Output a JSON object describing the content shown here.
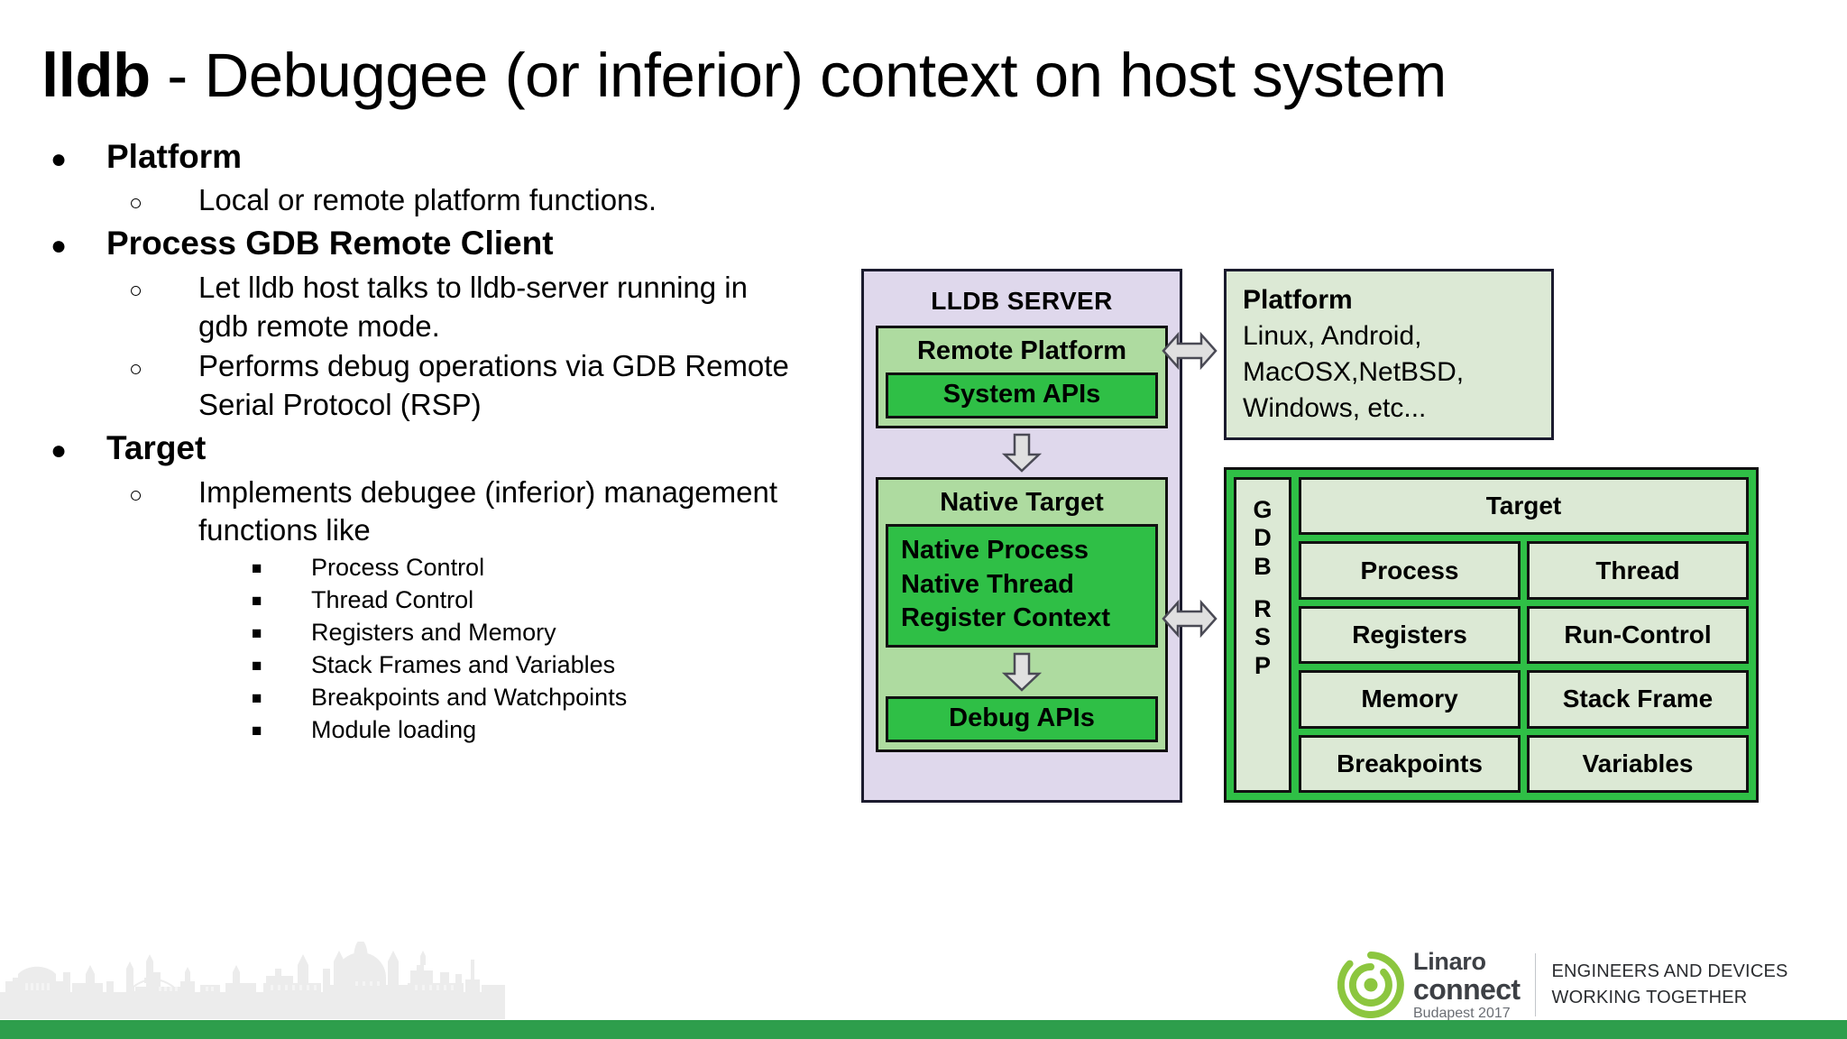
{
  "title": {
    "strong": "lldb",
    "rest": " - Debuggee (or inferior) context on host system"
  },
  "bullets": {
    "markers": {
      "level1": "●",
      "level2": "○",
      "level3": "■"
    },
    "items": [
      {
        "level": 1,
        "text": "Platform"
      },
      {
        "level": 2,
        "text": "Local or remote platform functions."
      },
      {
        "level": 1,
        "text": "Process GDB Remote Client"
      },
      {
        "level": 2,
        "text": "Let lldb host talks to lldb-server running in gdb remote mode."
      },
      {
        "level": 2,
        "text": "Performs debug operations via GDB Remote Serial Protocol (RSP)"
      },
      {
        "level": 1,
        "text": "Target"
      },
      {
        "level": 2,
        "text": "Implements debugee (inferior) management functions like"
      },
      {
        "level": 3,
        "text": "Process Control"
      },
      {
        "level": 3,
        "text": "Thread Control"
      },
      {
        "level": 3,
        "text": "Registers and Memory"
      },
      {
        "level": 3,
        "text": "Stack Frames and Variables"
      },
      {
        "level": 3,
        "text": "Breakpoints and Watchpoints"
      },
      {
        "level": 3,
        "text": "Module loading"
      }
    ]
  },
  "diagram": {
    "lldb_server": {
      "title": "LLDB SERVER",
      "remote_platform": {
        "title": "Remote Platform",
        "band": "System APIs"
      },
      "native_target": {
        "title": "Native Target",
        "block_lines": [
          "Native Process",
          "Native Thread",
          "Register Context"
        ],
        "band": "Debug APIs"
      }
    },
    "platform_box": {
      "heading": "Platform",
      "lines": [
        "Linux, Android,",
        "MacOSX,NetBSD,",
        "Windows, etc..."
      ]
    },
    "gdb_rsp": {
      "side_label_top": "GDB",
      "side_label_bottom": "RSP",
      "rows": [
        [
          "Target"
        ],
        [
          "Process",
          "Thread"
        ],
        [
          "Registers",
          "Run-Control"
        ],
        [
          "Memory",
          "Stack Frame"
        ],
        [
          "Breakpoints",
          "Variables"
        ]
      ]
    },
    "colors": {
      "lavender": "#dfd8ec",
      "pale_green": "#dce9d5",
      "mid_green": "#aedba0",
      "bright_green": "#2fbf46",
      "outline": "#111111",
      "arrow_fill": "#e0e0e0"
    }
  },
  "footer": {
    "brand_line1": "Linaro",
    "brand_line2": "connect",
    "brand_line3": "Budapest 2017",
    "tagline_line1": "ENGINEERS AND DEVICES",
    "tagline_line2": "WORKING TOGETHER",
    "bar_color": "#2e9e4c",
    "logo_green": "#8cc63f"
  }
}
